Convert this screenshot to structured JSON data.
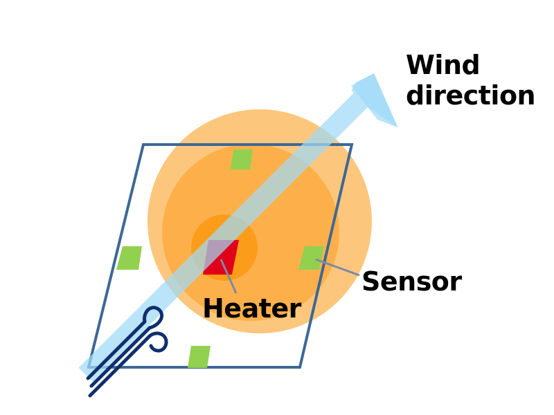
{
  "labels": {
    "wind_line1": "Wind",
    "wind_line2": "direction",
    "sensor": "Sensor",
    "heater": "Heater"
  },
  "colors": {
    "outer_glow": "#fcc77d",
    "mid_glow": "#fdb04a",
    "inner_glow": "#fb9d1a",
    "heater": "#e0001a",
    "sensor": "#92d050",
    "frame": "#3c6896",
    "arrow": "#9fd9f6",
    "wind_icon": "#0f2f6e",
    "leader_line": "#7f8aa0"
  },
  "icons": {
    "wind": "wind-swirl-icon"
  }
}
